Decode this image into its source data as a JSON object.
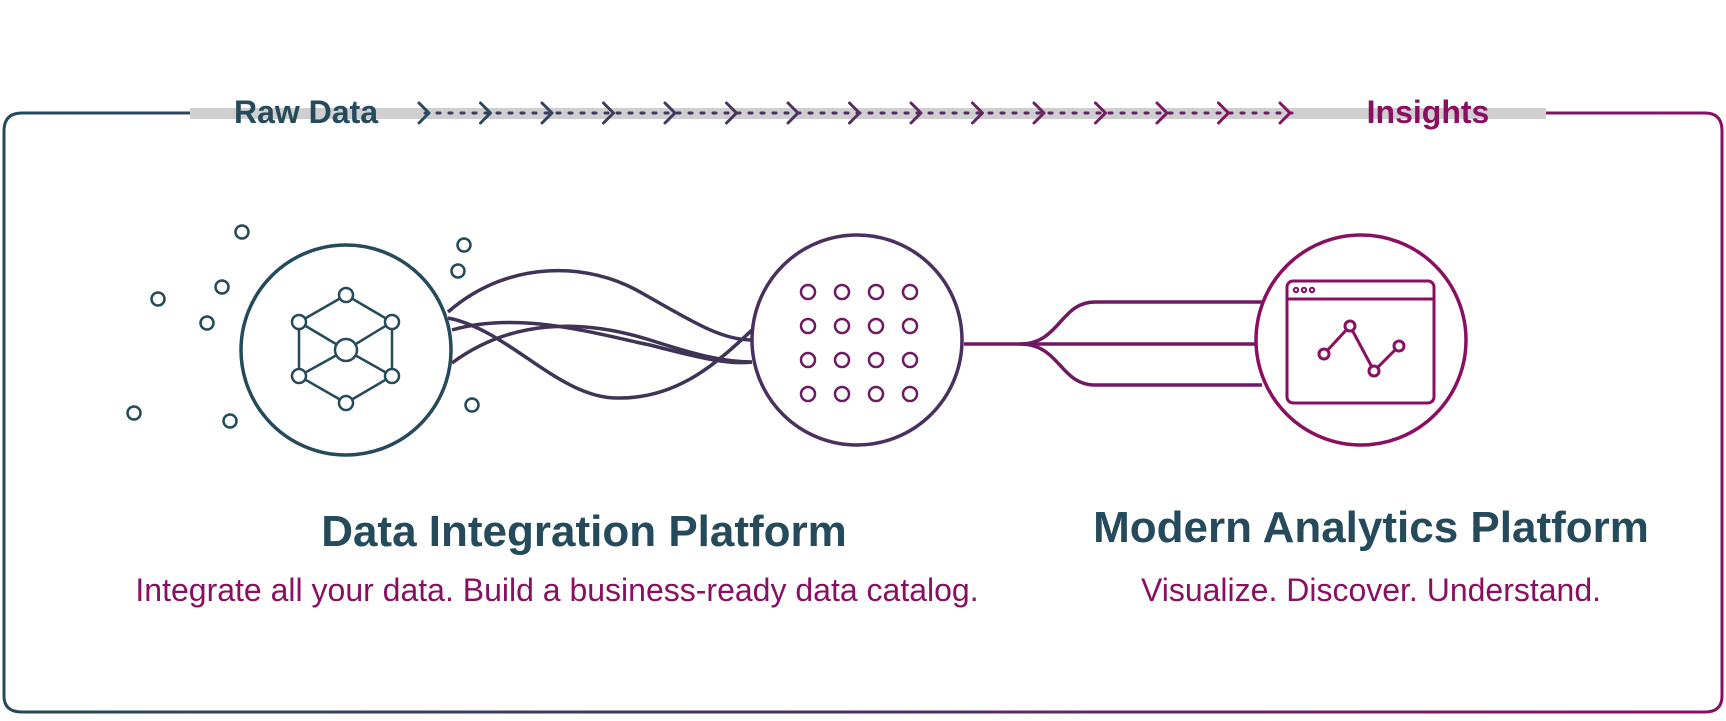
{
  "flow": {
    "start_label": "Raw Data",
    "end_label": "Insights"
  },
  "sections": [
    {
      "title": "Data Integration Platform",
      "subtitle": "Integrate all your data. Build a business-ready data catalog."
    },
    {
      "title": "Modern Analytics Platform",
      "subtitle": "Visualize. Discover. Understand."
    }
  ],
  "nodes": [
    {
      "icon": "network-hexagon-icon"
    },
    {
      "icon": "dot-grid-icon"
    },
    {
      "icon": "analytics-window-icon"
    }
  ],
  "colors": {
    "navy": "#244a5b",
    "plum": "#4a2f5f",
    "magenta": "#8a0f62",
    "bar": "#cfcfcf"
  }
}
